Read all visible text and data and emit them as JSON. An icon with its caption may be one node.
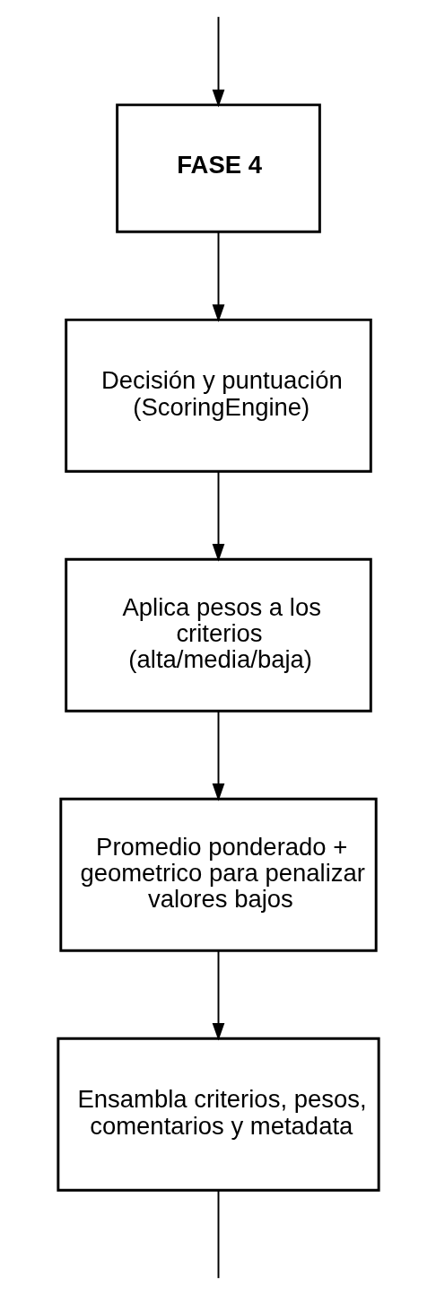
{
  "diagram": {
    "nodes": [
      {
        "text": [
          "FASE 4"
        ]
      },
      {
        "text": [
          "Decisión y puntuación (ScoringEngine)"
        ]
      },
      {
        "text": [
          "Aplica pesos a los criterios (alta/media/baja)"
        ]
      },
      {
        "text": [
          "Promedio ponderado + geometrico para penalizar valores bajos"
        ]
      },
      {
        "text": [
          "Ensambla criterios, pesos, comentarios y metadata"
        ]
      }
    ],
    "edges": [
      {
        "from": null,
        "to": 0,
        "arrow": "to"
      },
      {
        "from": 0,
        "to": 1,
        "arrow": "to"
      },
      {
        "from": 1,
        "to": 2,
        "arrow": "to"
      },
      {
        "from": 2,
        "to": 3,
        "arrow": "to"
      },
      {
        "from": 3,
        "to": 4,
        "arrow": "to"
      },
      {
        "from": 4,
        "to": null,
        "arrow": "none"
      }
    ]
  }
}
